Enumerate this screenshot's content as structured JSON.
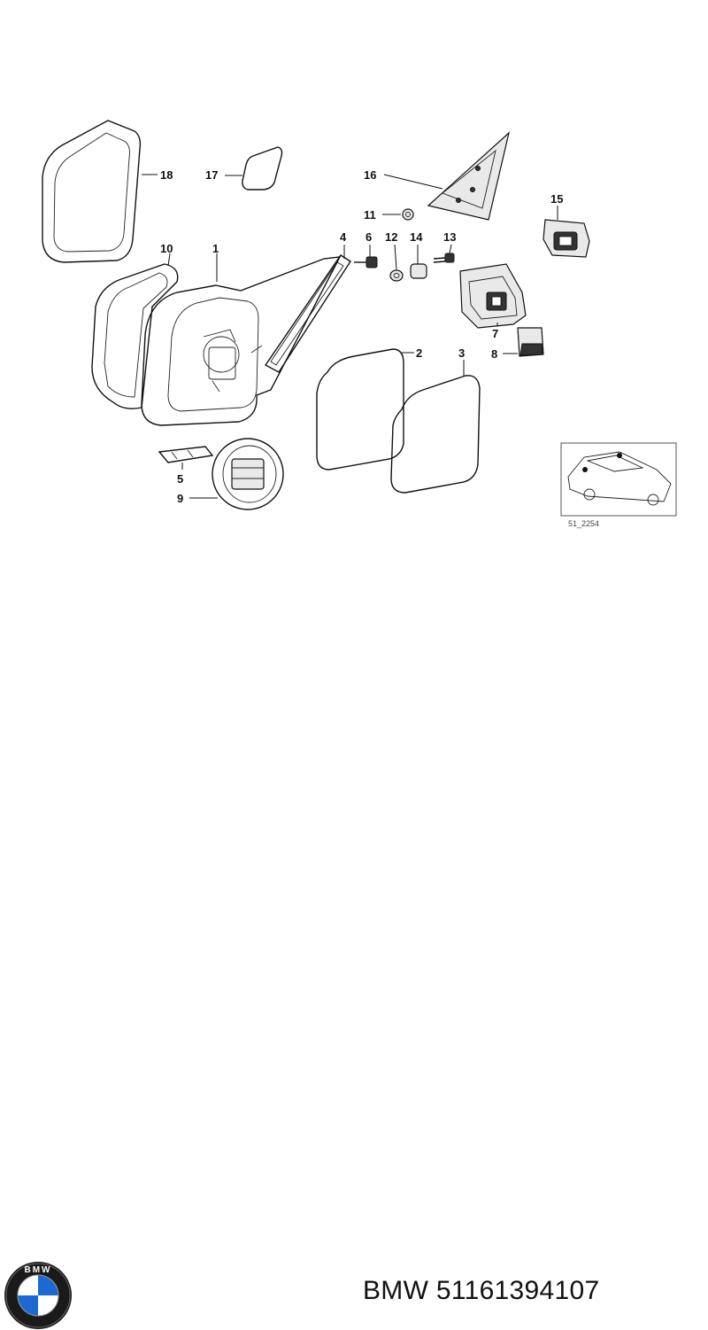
{
  "diagram": {
    "labels": {
      "p1": "1",
      "p2": "2",
      "p3": "3",
      "p4": "4",
      "p5": "5",
      "p6": "6",
      "p7": "7",
      "p8": "8",
      "p9": "9",
      "p10": "10",
      "p11": "11",
      "p12": "12",
      "p13": "13",
      "p14": "14",
      "p15": "15",
      "p16": "16",
      "p17": "17",
      "p18": "18"
    },
    "inset_ref": "51_2254"
  },
  "brand": {
    "logo_letters": "BMW",
    "logo_colors": {
      "ring": "#1a1a1a",
      "blue": "#1c69d4",
      "white": "#ffffff"
    }
  },
  "caption": "BMW 51161394107"
}
